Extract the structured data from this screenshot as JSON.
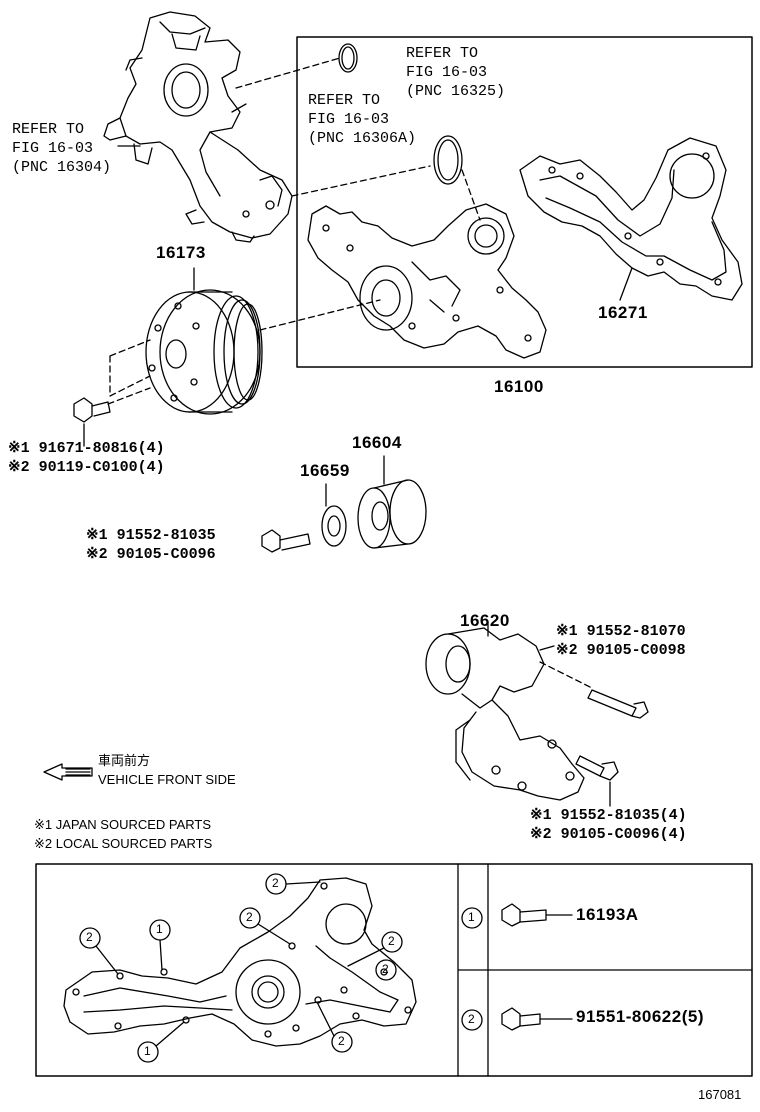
{
  "refs": {
    "left": [
      "REFER TO",
      "FIG 16-03",
      "(PNC 16304)"
    ],
    "mid": [
      "REFER TO",
      "FIG 16-03",
      "(PNC 16306A)"
    ],
    "right": [
      "REFER TO",
      "FIG 16-03",
      "(PNC 16325)"
    ]
  },
  "pnc": {
    "p16173": "16173",
    "p16100": "16100",
    "p16271": "16271",
    "p16604": "16604",
    "p16659": "16659",
    "p16620": "16620"
  },
  "parts": {
    "pulley_bolt": [
      "※1 91671-80816(4)",
      "※2 90119-C0100(4)"
    ],
    "idler_bolt": [
      "※1 91552-81035",
      "※2 90105-C0096"
    ],
    "tensioner_bolt_top": [
      "※1 91552-81070",
      "※2 90105-C0098"
    ],
    "tensioner_bolt_bottom": [
      "※1 91552-81035(4)",
      "※2 90105-C0096(4)"
    ]
  },
  "direction": {
    "jp": "車両前方",
    "en": "VEHICLE FRONT SIDE"
  },
  "legend_notes": [
    "※1 JAPAN SOURCED PARTS",
    "※2 LOCAL SOURCED PARTS"
  ],
  "table": {
    "rows": [
      {
        "num": "1",
        "part": "16193A"
      },
      {
        "num": "2",
        "part": "91551-80622(5)"
      }
    ]
  },
  "figure_number": "167081"
}
